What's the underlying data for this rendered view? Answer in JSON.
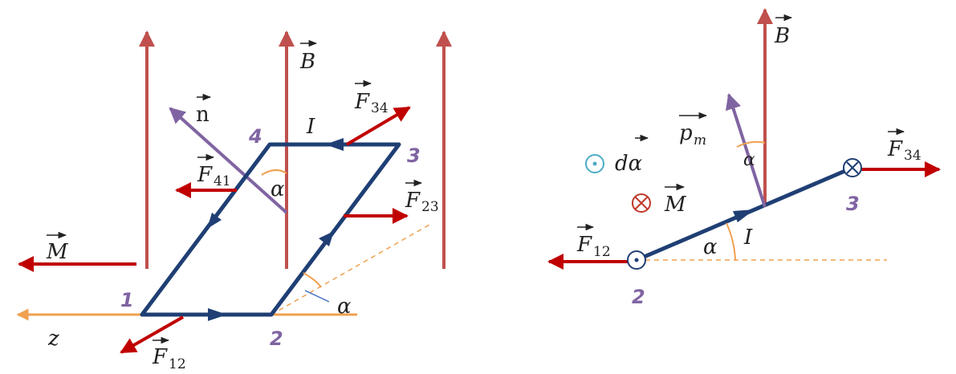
{
  "colors": {
    "field": "#c0504d",
    "force": "#c00000",
    "loop": "#1f3f74",
    "normal": "#8064a2",
    "axis": "#f0a050",
    "angle": "#f0a050",
    "text": "#222222",
    "corner_label": "#8064a2",
    "rotation_symbol": "#4bacc6",
    "torque_symbol": "#c0392b"
  },
  "left": {
    "field_label": "B",
    "normal_label": "n",
    "current_label": "I",
    "angle_label": "α",
    "axis_label": "z",
    "torque_label": "M",
    "forces": {
      "f34": {
        "main": "F",
        "sub": "34"
      },
      "f41": {
        "main": "F",
        "sub": "41"
      },
      "f23": {
        "main": "F",
        "sub": "23"
      },
      "f12": {
        "main": "F",
        "sub": "12"
      }
    },
    "corners": {
      "c1": "1",
      "c2": "2",
      "c3": "3",
      "c4": "4"
    }
  },
  "right": {
    "field_label": "B",
    "moment_label": "p",
    "moment_sub": "m",
    "current_label": "I",
    "angle_top": "α",
    "angle_bottom": "α",
    "rotation_symbol": "⊙",
    "rotation_label": "dα",
    "torque_symbol": "⊗",
    "torque_label": "M",
    "forces": {
      "f34": {
        "main": "F",
        "sub": "34"
      },
      "f12": {
        "main": "F",
        "sub": "12"
      }
    },
    "corners": {
      "c2": "2",
      "c3": "3"
    }
  }
}
